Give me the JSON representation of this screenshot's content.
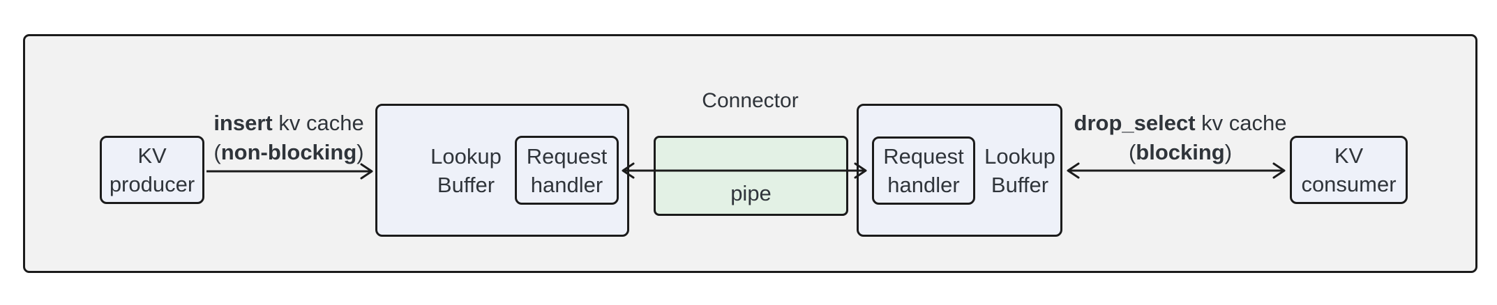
{
  "diagram": {
    "title": "Connector",
    "nodes": {
      "kv_producer": {
        "line1": "KV",
        "line2": "producer"
      },
      "lookup_buffer_left": {
        "line1": "Lookup",
        "line2": "Buffer"
      },
      "request_handler_left": {
        "line1": "Request",
        "line2": "handler"
      },
      "pipe": {
        "label": "pipe"
      },
      "request_handler_right": {
        "line1": "Request",
        "line2": "handler"
      },
      "lookup_buffer_right": {
        "line1": "Lookup",
        "line2": "Buffer"
      },
      "kv_consumer": {
        "line1": "KV",
        "line2": "consumer"
      }
    },
    "edges": {
      "insert": {
        "line1_bold": "insert",
        "line1_rest": " kv cache",
        "line2_pre": "(",
        "line2_bold": "non-blocking",
        "line2_post": ")"
      },
      "drop_select": {
        "line1_bold": "drop_select",
        "line1_rest": " kv cache",
        "line2_pre": "(",
        "line2_bold": "blocking",
        "line2_post": ")"
      }
    },
    "colors": {
      "canvas_bg": "#ffffff",
      "group_bg": "#f2f2f2",
      "node_fill": "#eef1f9",
      "pipe_fill": "#e3f1e5",
      "stroke": "#1b1b1b",
      "text": "#2f343a"
    }
  }
}
